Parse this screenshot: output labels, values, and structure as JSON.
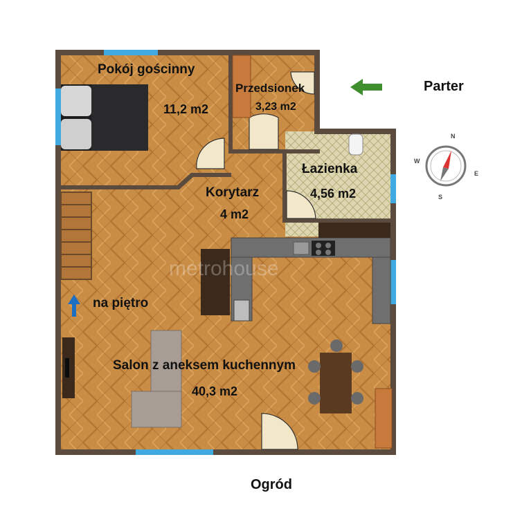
{
  "floor_label": "Parter",
  "garden_label": "Ogród",
  "stairs_label": "na piętro",
  "watermark": "metrohouse",
  "compass": {
    "n": "N",
    "e": "E",
    "s": "S",
    "w": "W"
  },
  "rooms": {
    "guest_room": {
      "name": "Pokój gościnny",
      "area": "11,2 m2"
    },
    "vestibule": {
      "name": "Przedsionek",
      "area": "3,23 m2"
    },
    "bathroom": {
      "name": "Łazienka",
      "area": "4,56 m2"
    },
    "corridor": {
      "name": "Korytarz",
      "area": "4 m2"
    },
    "living_room": {
      "name": "Salon z aneksem kuchennym",
      "area": "40,3 m2"
    }
  },
  "colors": {
    "wall": "#5b4a3e",
    "wood_a": "#c98d45",
    "wood_b": "#b97a34",
    "tile": "#ddd6b0",
    "window": "#3fa9e0",
    "arrow_green": "#3f8f2e",
    "arrow_blue": "#1d6fc4"
  }
}
